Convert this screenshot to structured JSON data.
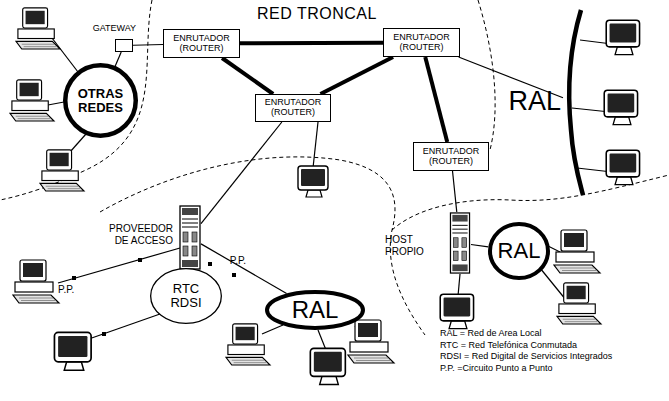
{
  "diagram": {
    "title": "RED TRONCAL",
    "nodes": [
      {
        "text": [
          "GATEWAY"
        ]
      },
      {
        "text": [
          "ENRUTADOR (ROUTER)"
        ]
      },
      {
        "text": [
          "ENRUTADOR (ROUTER)"
        ]
      },
      {
        "text": [
          "OTRAS REDES"
        ]
      },
      {
        "text": [
          "ENRUTADOR (ROUTER)"
        ]
      },
      {
        "text": [
          "RAL"
        ]
      },
      {
        "text": [
          "ENRUTADOR (ROUTER)"
        ]
      },
      {
        "text": [
          "PROVEEDOR DE ACCESO"
        ]
      },
      {
        "text": [
          "HOST PROPIO"
        ]
      },
      {
        "text": [
          "RAL"
        ]
      },
      {
        "text": [
          "RTC RDSI"
        ]
      },
      {
        "text": [
          "RAL"
        ]
      }
    ],
    "edges": [
      {
        "from": 0,
        "to": 1,
        "arrow": "none"
      },
      {
        "from": 0,
        "to": 3,
        "arrow": "none"
      },
      {
        "from": 1,
        "to": 2,
        "arrow": "none"
      },
      {
        "from": 1,
        "to": 4,
        "arrow": "none"
      },
      {
        "from": 4,
        "to": 2,
        "arrow": "none"
      },
      {
        "from": 2,
        "to": 5,
        "arrow": "none"
      },
      {
        "from": 2,
        "to": 6,
        "arrow": "none"
      },
      {
        "from": 4,
        "to": 7,
        "arrow": "none"
      },
      {
        "from": 6,
        "to": 8,
        "arrow": "none"
      },
      {
        "from": 8,
        "to": 9,
        "arrow": "none"
      },
      {
        "from": 7,
        "to": 10,
        "arrow": "none"
      },
      {
        "from": 7,
        "to": 11,
        "label": "P.P.",
        "arrow": "none"
      }
    ],
    "labels": [
      "P.P."
    ],
    "legend": [
      {
        "text": "RAL = Red de Area Local"
      },
      {
        "text": "RTC = Red Telefónica Conmutada"
      },
      {
        "text": "RDSI = Red Digital de Servicios Integrados"
      },
      {
        "text": "P.P. =Circuito Punto a Punto"
      }
    ]
  }
}
